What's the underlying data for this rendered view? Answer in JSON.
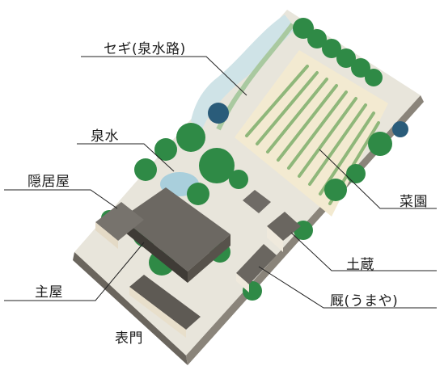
{
  "labels": {
    "segi": "セギ(泉水路)",
    "sensui": "泉水",
    "inkyoya": "隠居屋",
    "omoya": "主屋",
    "omotemon": "表門",
    "saien": "菜園",
    "dozou": "土蔵",
    "umaya": "厩(うまや)"
  },
  "colors": {
    "ground": "#e9e6dc",
    "garden": "#f3ead1",
    "water": "#cfe3e7",
    "tree": "#2f8a46",
    "roof": "#6c6862",
    "wall": "#3f3b36"
  }
}
